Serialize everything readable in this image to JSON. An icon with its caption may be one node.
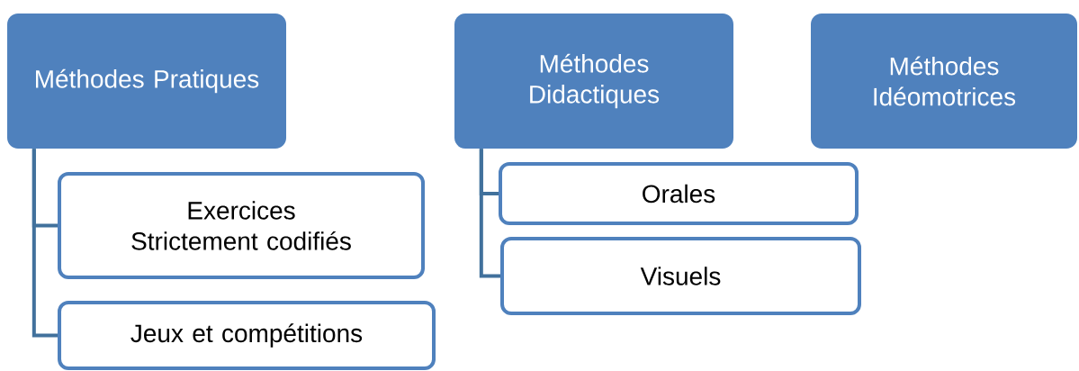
{
  "diagram": {
    "nodes": [
      {
        "text": [
          "Méthodes Pratiques"
        ]
      },
      {
        "text": [
          "Exercices Strictement codifiés"
        ]
      },
      {
        "text": [
          "Jeux et compétitions"
        ]
      },
      {
        "text": [
          "Méthodes Didactiques"
        ]
      },
      {
        "text": [
          "Orales"
        ]
      },
      {
        "text": [
          "Visuels"
        ]
      },
      {
        "text": [
          "Méthodes Idéomotrices"
        ]
      }
    ],
    "edges": [
      {
        "from": 0,
        "to": 1,
        "arrow": "none"
      },
      {
        "from": 0,
        "to": 2,
        "arrow": "none"
      },
      {
        "from": 3,
        "to": 4,
        "arrow": "none"
      },
      {
        "from": 3,
        "to": 5,
        "arrow": "none"
      }
    ]
  }
}
